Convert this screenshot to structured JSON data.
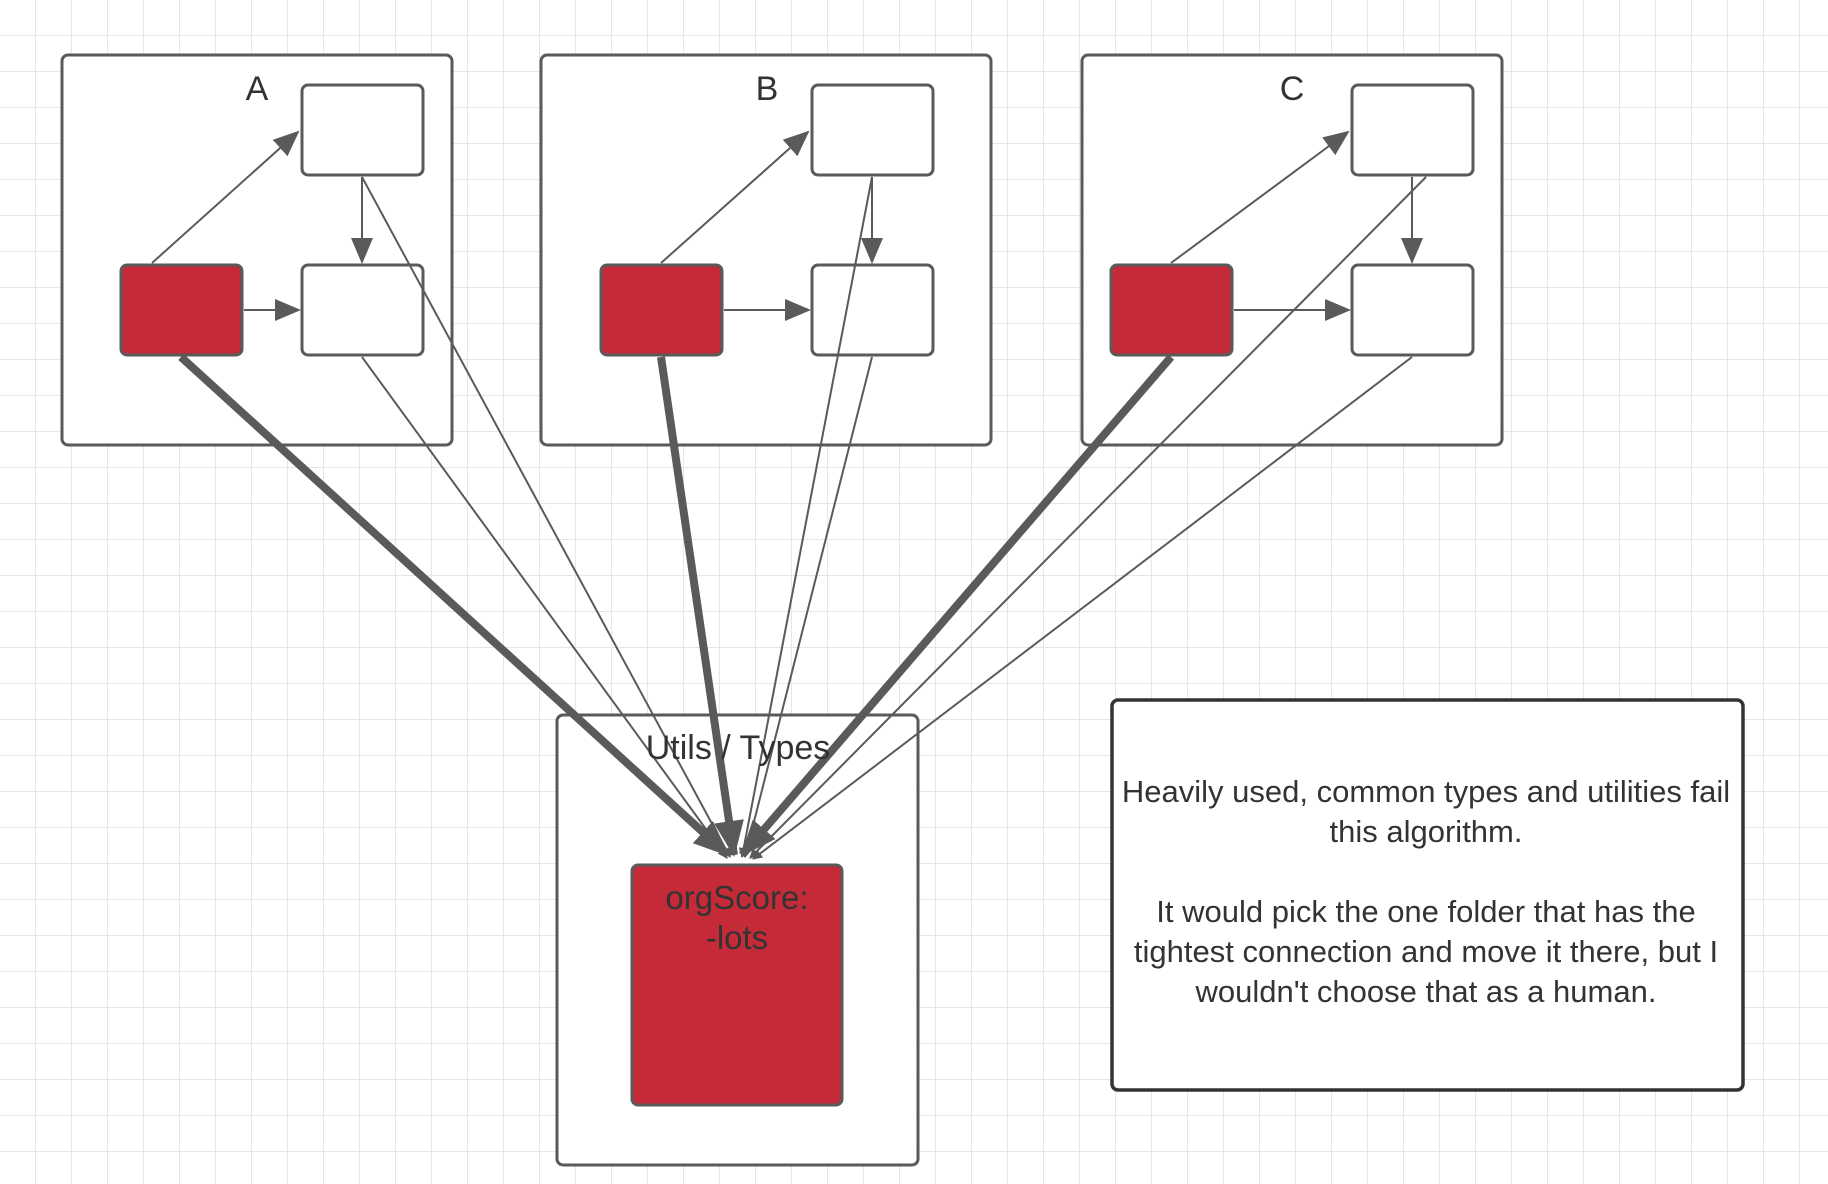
{
  "canvas": {
    "background": "#ffffff",
    "grid_color": "#e6e6e6"
  },
  "colors": {
    "stroke": "#5a5a5a",
    "node_red": "#c52a38",
    "node_white": "#ffffff",
    "text": "#333333"
  },
  "groups": [
    {
      "id": "a",
      "title": "A"
    },
    {
      "id": "b",
      "title": "B"
    },
    {
      "id": "c",
      "title": "C"
    }
  ],
  "utils": {
    "title": "Utils / Types",
    "score_text": "orgScore:\n-lots"
  },
  "note": {
    "text": "Heavily used, common types and utilities fail this algorithm.\n\nIt would pick the one folder that has the tightest connection and move it there, but I wouldn't choose that as a human."
  }
}
